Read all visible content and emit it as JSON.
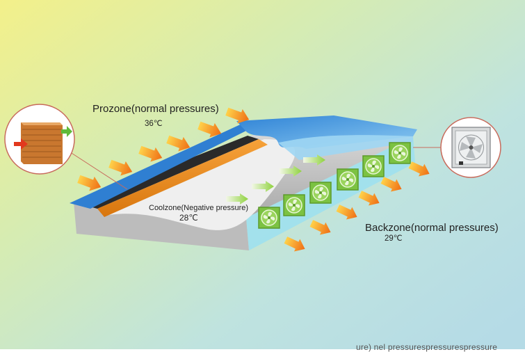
{
  "labels": {
    "prozone_title": "Prozone(normal pressures)",
    "prozone_temp": "36℃",
    "coolzone_title": "Coolzone(Negative pressure)",
    "coolzone_temp": "28℃",
    "backzone_title": "Backzone(normal pressures)",
    "backzone_temp": "29℃",
    "footer_text": "ure) nel pressurespressurespressure"
  },
  "colors": {
    "roof": "#4da3e6",
    "pad": "#e98b16",
    "fan": "#7cc242",
    "arrow_warm": "#f29a1f",
    "arrow_cool": "#a7db5a"
  },
  "icons": {
    "pad_detail": "cooling-pad-icon",
    "fan_detail": "exhaust-fan-icon"
  }
}
